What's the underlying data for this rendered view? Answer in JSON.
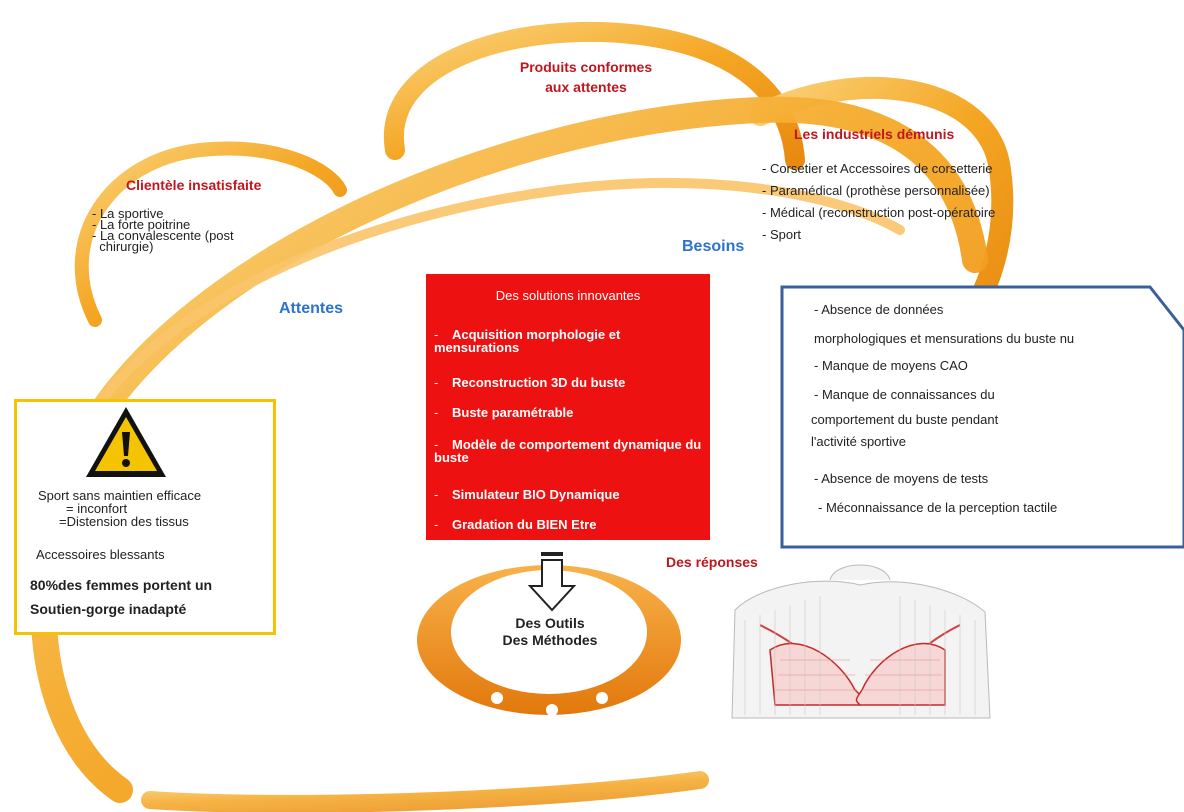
{
  "top_title": [
    "Produits conformes",
    "aux attentes"
  ],
  "client": {
    "title": "Clientèle insatisfaite",
    "items": [
      "- La sportive",
      "- La forte poitrine",
      "- La convalescente (post",
      "  chirurgie)"
    ]
  },
  "industriels": {
    "title": "Les industriels démunis",
    "items": [
      "- Corsetier et Accessoires de corsetterie",
      "- Paramédical (prothèse personnalisée)",
      "- Médical (reconstruction post-opératoire",
      "- Sport"
    ]
  },
  "labels": {
    "attentes": "Attentes",
    "besoins": "Besoins",
    "reponses": "Des réponses"
  },
  "solutions": {
    "title": "Des solutions innovantes",
    "items": [
      "Acquisition morphologie et mensurations",
      "Reconstruction 3D du buste",
      "Buste paramétrable",
      "Modèle de comportement dynamique du buste",
      "Simulateur BIO Dynamique",
      "Gradation du BIEN Etre"
    ],
    "dash": "-"
  },
  "warning": {
    "line1": "Sport sans maintien efficace",
    "line2": "= inconfort",
    "line3": "=Distension des tissus",
    "line4": "Accessoires blessants",
    "bold1": "80%des femmes portent un",
    "bold2": "Soutien-gorge inadapté",
    "icon": "warning-triangle-icon"
  },
  "problems": {
    "line1": "- Absence de données",
    "line2": "morphologiques et mensurations du buste nu",
    "line3": "- Manque de moyens CAO",
    "line4": "- Manque de connaissances du",
    "line5": "comportement du buste pendant",
    "line6": "l'activité sportive",
    "line7": "- Absence de moyens de tests",
    "line8": "- Méconnaissance de la perception tactile"
  },
  "outils": {
    "line1": "Des Outils",
    "line2": "Des Méthodes"
  },
  "colors": {
    "orange": "#f4a623",
    "orange_dark": "#e98a10",
    "red_box": "#ee1111",
    "title_red": "#c0161e",
    "title_blue": "#2b73cc",
    "warning_border": "#f5c400",
    "panel_border": "#3a5f9a"
  }
}
